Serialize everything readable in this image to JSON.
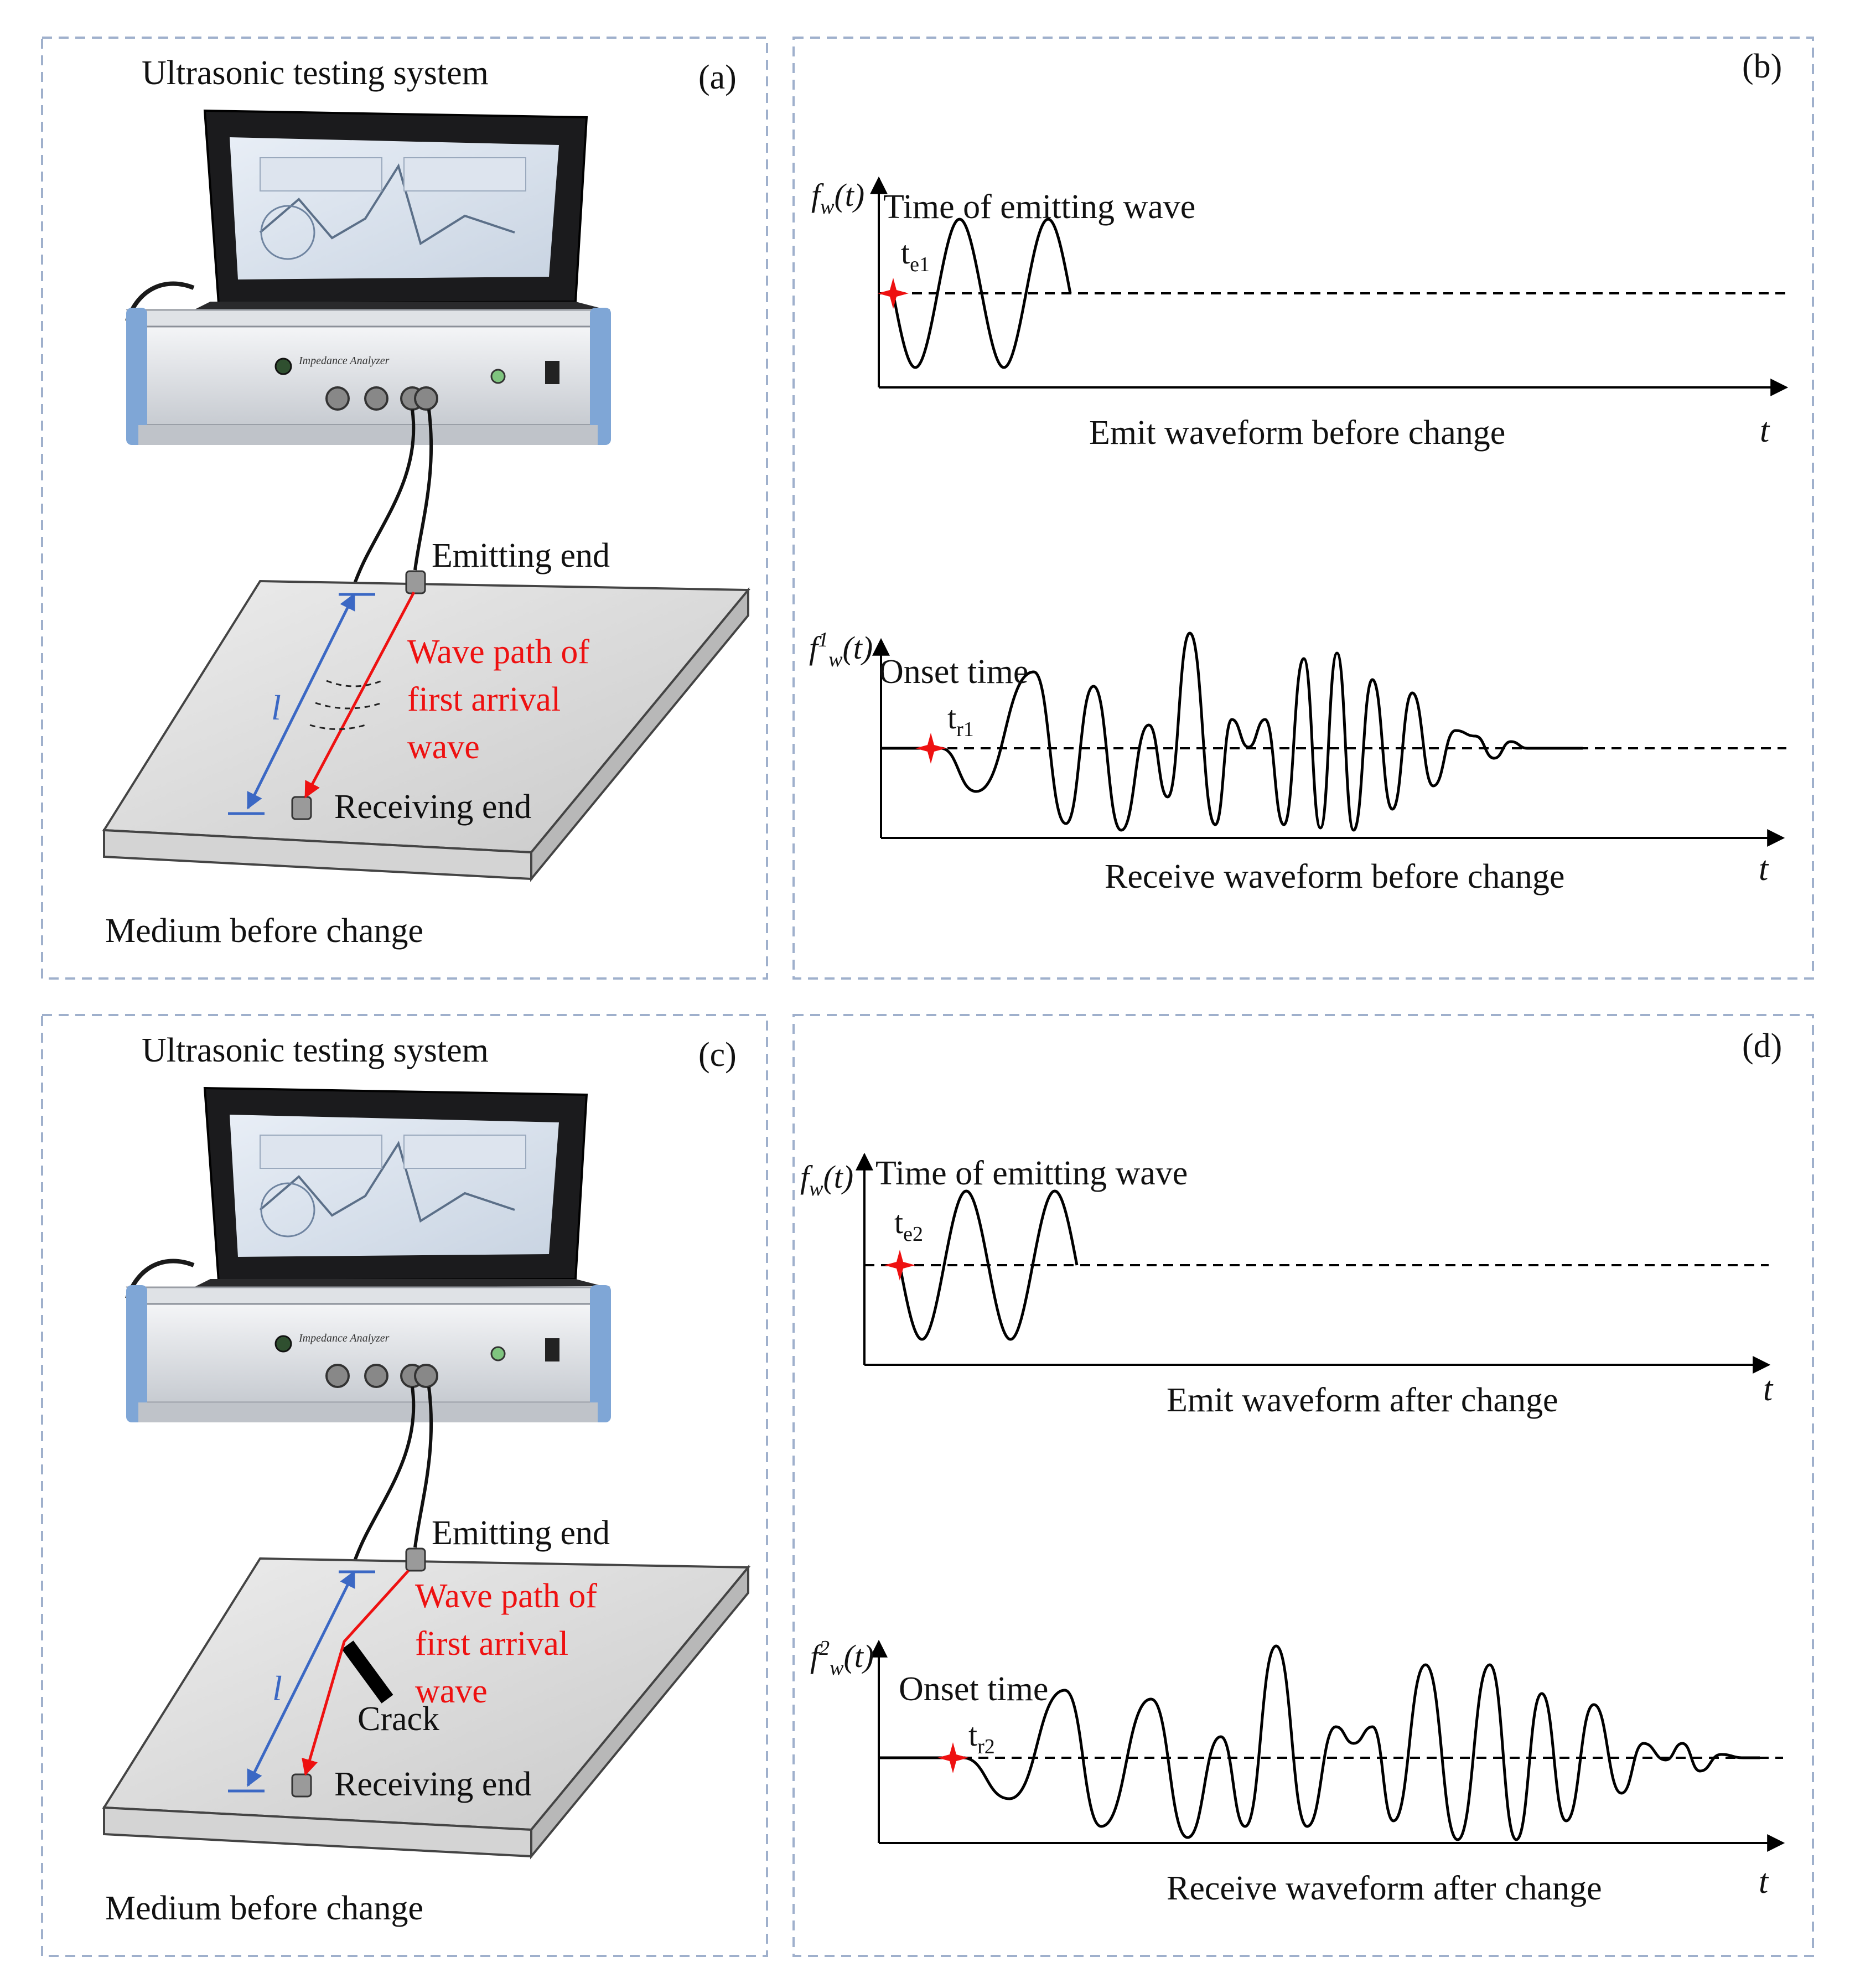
{
  "colors": {
    "panel_border": "#9fb0cc",
    "wave_path": "#ee1111",
    "distance_marker": "#3b68c4",
    "onset_marker": "#ee1111",
    "waveform": "#000000"
  },
  "panel_a": {
    "letter": "(a)",
    "system_title": "Ultrasonic testing system",
    "device_brand": "Impedance Analyzer",
    "emitting_label": "Emitting end",
    "receiving_label": "Receiving end",
    "path_label_lines": [
      "Wave path of",
      "first arrival",
      "wave"
    ],
    "distance_symbol": "l",
    "medium_label": "Medium before change"
  },
  "panel_b": {
    "letter": "(b)",
    "emit": {
      "ylabel": "f",
      "ylabel_sub": "w",
      "ylabel_tail": "(t)",
      "title": "Time of emitting wave",
      "marker_label": "t",
      "marker_sub": "e1",
      "caption": "Emit waveform before change",
      "xlabel": "t"
    },
    "receive": {
      "ylabel": "f",
      "ylabel_sup": "1",
      "ylabel_sub": "w",
      "ylabel_tail": "(t)",
      "title": "Onset time",
      "marker_label": "t",
      "marker_sub": "r1",
      "caption": "Receive waveform before change",
      "xlabel": "t"
    }
  },
  "panel_c": {
    "letter": "(c)",
    "system_title": "Ultrasonic testing system",
    "device_brand": "Impedance Analyzer",
    "emitting_label": "Emitting end",
    "receiving_label": "Receiving end",
    "path_label_lines": [
      "Wave path of",
      "first arrival",
      "wave"
    ],
    "crack_label": "Crack",
    "distance_symbol": "l",
    "medium_label": "Medium before change"
  },
  "panel_d": {
    "letter": "(d)",
    "emit": {
      "ylabel": "f",
      "ylabel_sub": "w",
      "ylabel_tail": "(t)",
      "title": "Time of emitting wave",
      "marker_label": "t",
      "marker_sub": "e2",
      "caption": "Emit waveform after change",
      "xlabel": "t"
    },
    "receive": {
      "ylabel": "f",
      "ylabel_sup": "2",
      "ylabel_sub": "w",
      "ylabel_tail": "(t)",
      "title": "Onset time",
      "marker_label": "t",
      "marker_sub": "r2",
      "caption": "Receive waveform after change",
      "xlabel": "t"
    }
  }
}
